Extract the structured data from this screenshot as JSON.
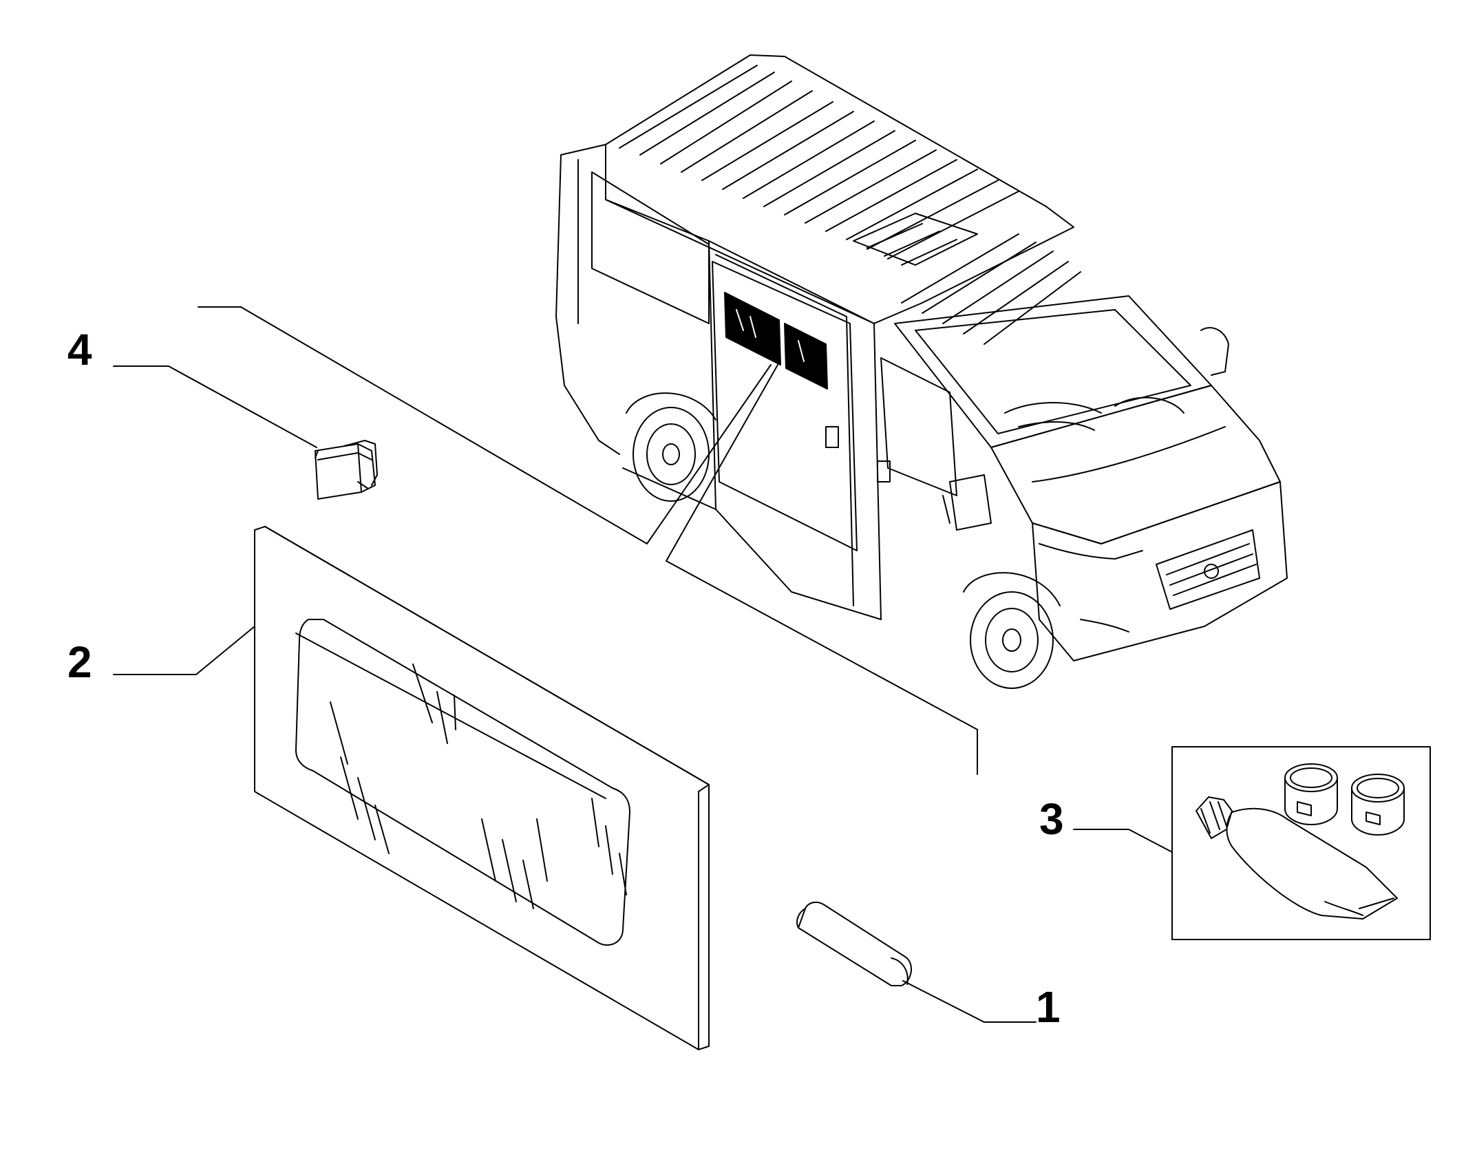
{
  "callouts": [
    {
      "id": "1",
      "label": "1"
    },
    {
      "id": "2",
      "label": "2"
    },
    {
      "id": "3",
      "label": "3"
    },
    {
      "id": "4",
      "label": "4"
    }
  ],
  "icons": {
    "van": "van-icon",
    "glass": "side-window-glass-icon",
    "cap": "clip-cap-icon",
    "seal": "seal-profile-icon",
    "kit": "adhesive-kit-icon"
  },
  "colors": {
    "line": "#000000",
    "background": "#ffffff",
    "highlight": "#000000"
  }
}
